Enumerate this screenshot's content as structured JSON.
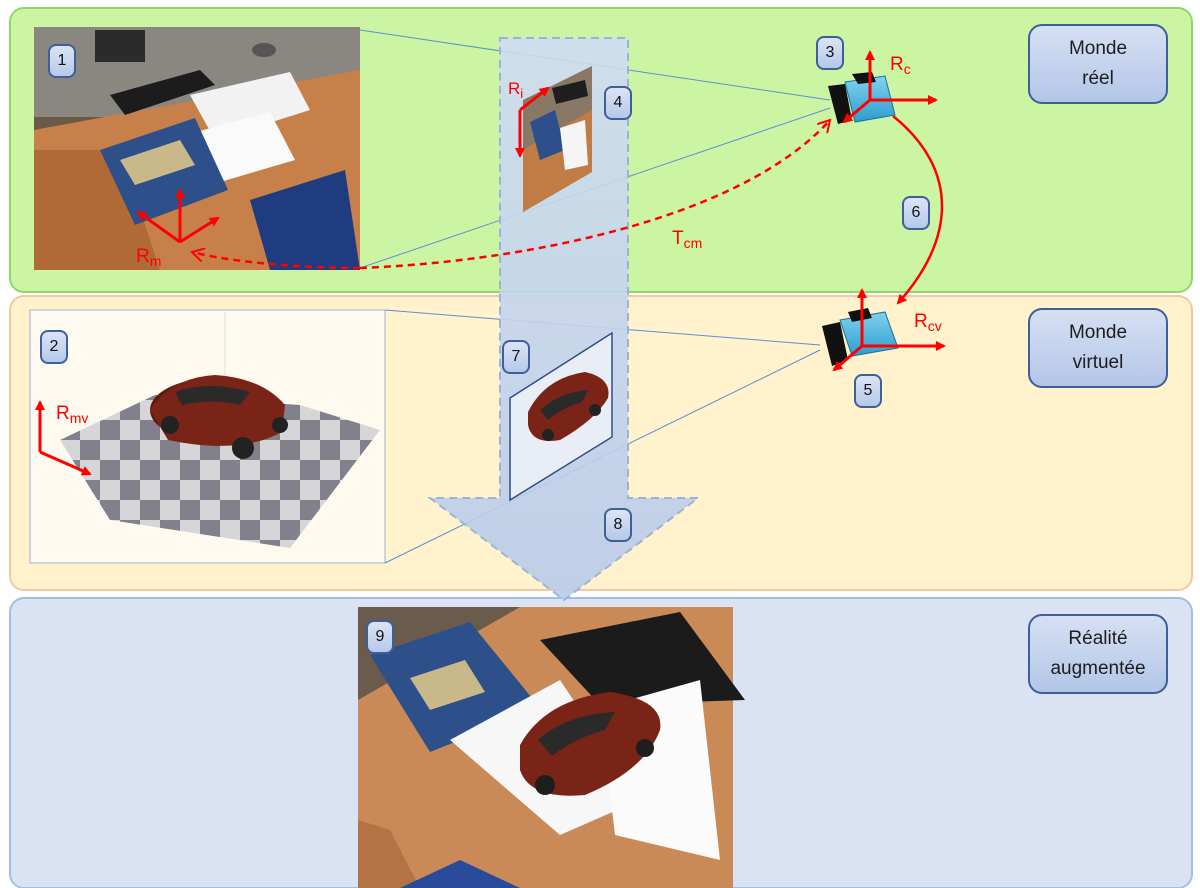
{
  "zones": {
    "real_world": [
      "Monde",
      "réel"
    ],
    "virtual_world": [
      "Monde",
      "virtuel"
    ],
    "augmented_reality": [
      "Réalité",
      "augmentée"
    ]
  },
  "steps": [
    "1",
    "2",
    "3",
    "4",
    "5",
    "6",
    "7",
    "8",
    "9"
  ],
  "frames": {
    "Rm": {
      "main": "R",
      "sub": "m"
    },
    "Rc": {
      "main": "R",
      "sub": "c"
    },
    "Ri": {
      "main": "R",
      "sub": "i"
    },
    "Rcv": {
      "main": "R",
      "sub": "cv"
    },
    "Rmv": {
      "main": "R",
      "sub": "mv"
    },
    "Tcm": {
      "main": "T",
      "sub": "cm"
    }
  },
  "colors": {
    "real_zone": "#ccf5a3",
    "virtual_zone": "#fff2cc",
    "ar_zone": "#dae3f3",
    "arrow_red": "#ff0000",
    "line_blue": "#4a7fc8"
  }
}
